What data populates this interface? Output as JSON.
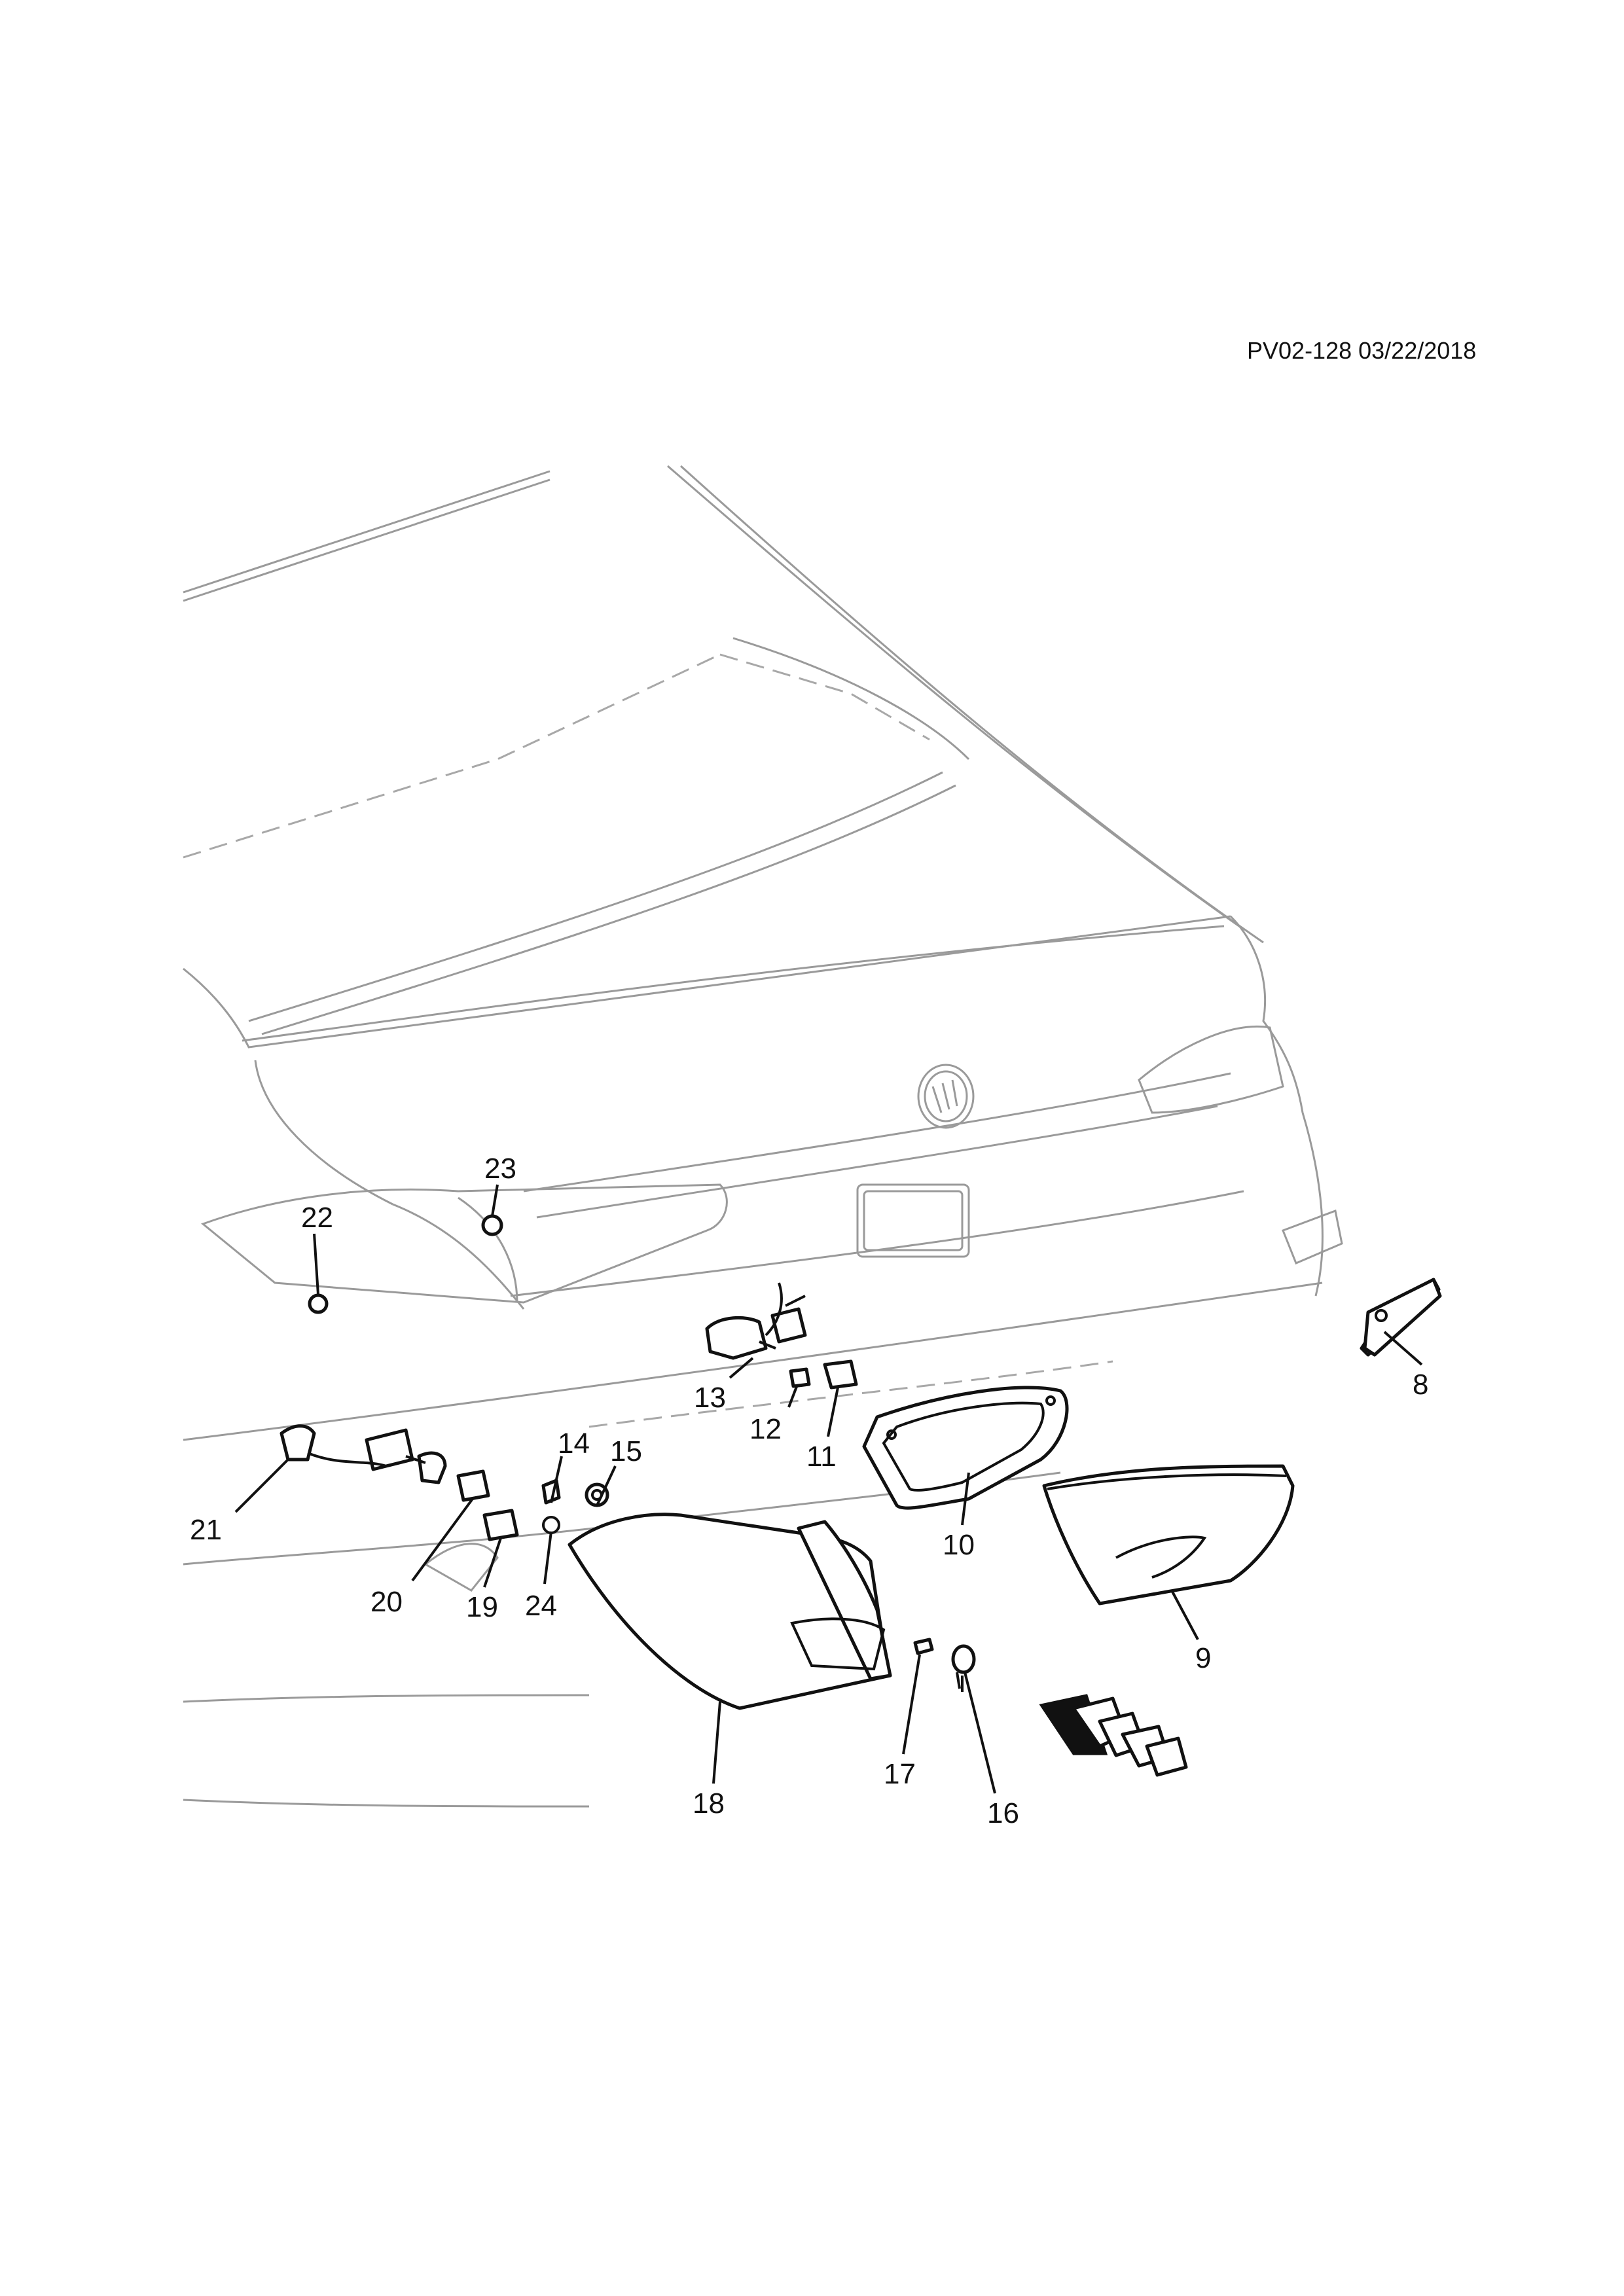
{
  "header": {
    "reference": "PV02-128 03/22/2018"
  },
  "callouts": {
    "c8": "8",
    "c9": "9",
    "c10": "10",
    "c11": "11",
    "c12": "12",
    "c13": "13",
    "c14": "14",
    "c15": "15",
    "c16": "16",
    "c17": "17",
    "c18": "18",
    "c19": "19",
    "c20": "20",
    "c21": "21",
    "c22": "22",
    "c23": "23",
    "c24": "24"
  },
  "orientation_icon": "front-direction-arrow-icon"
}
